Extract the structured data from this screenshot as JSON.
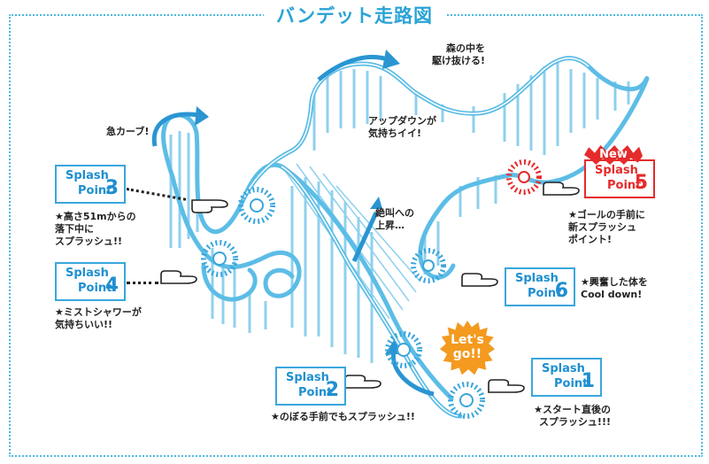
{
  "title": "バンデット走路図",
  "colors": {
    "track": "#5cbde6",
    "track_dark": "#1f8fc9",
    "accent": "#3aa6dc",
    "new_red": "#e52b2b",
    "burst_orange": "#f39a1f",
    "frame": "#4cb9df"
  },
  "splash_points": [
    {
      "id": 1,
      "line1": "Splash",
      "line2": "Point",
      "num": "1",
      "caption": "★スタート直後の\nスプラッシュ!!!"
    },
    {
      "id": 2,
      "line1": "Splash",
      "line2": "Point",
      "num": "2",
      "caption": "★のぼる手前でもスプラッシュ!!"
    },
    {
      "id": 3,
      "line1": "Splash",
      "line2": "Point",
      "num": "3",
      "caption": "★高さ51mからの\n落下中に\nスプラッシュ!!"
    },
    {
      "id": 4,
      "line1": "Splash",
      "line2": "Point",
      "num": "4",
      "caption": "★ミストシャワーが\n気持ちいい!!"
    },
    {
      "id": 5,
      "line1": "Splash",
      "line2": "Point",
      "num": "5",
      "caption": "★ゴールの手前に\n新スプラッシュ\nポイント!",
      "badge": "New"
    },
    {
      "id": 6,
      "line1": "Splash",
      "line2": "Point",
      "num": "6",
      "caption": "★興奮した体を\nCool down!"
    }
  ],
  "labels": {
    "sharp_curve": "急カーブ!",
    "forest": "森の中を\n駆け抜ける!",
    "up_down": "アップダウンが\n気持ちイイ!",
    "scream": "絶叫への\n上昇…"
  },
  "start_badge": {
    "line1": "Let's",
    "line2": "go!!"
  }
}
